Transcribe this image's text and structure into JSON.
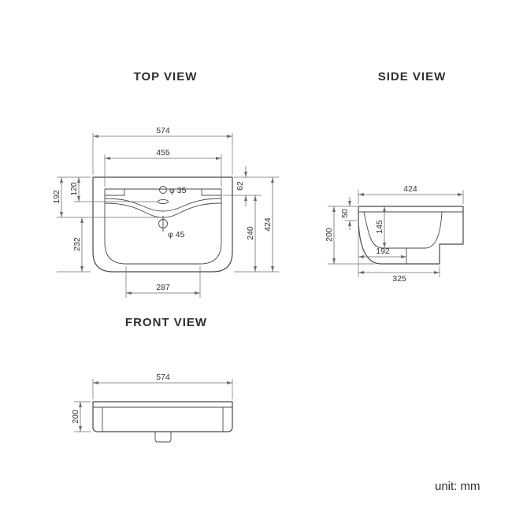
{
  "page": {
    "unit_label": "unit: mm",
    "background": "#ffffff"
  },
  "colors": {
    "outline": "#474747",
    "dimension": "#6b6b6b",
    "text": "#333333"
  },
  "views": {
    "top": {
      "title": "TOP VIEW",
      "dims": {
        "overall_width": "574",
        "inner_width": "455",
        "deck_depth": "62",
        "front_upper": "120",
        "front_total": "192",
        "front_lower": "232",
        "bowl_depth": "240",
        "overall_depth": "424",
        "bottom_width": "287"
      },
      "holes": {
        "faucet": "φ 35",
        "drain": "φ 45"
      }
    },
    "side": {
      "title": "SIDE VIEW",
      "dims": {
        "overall_depth": "424",
        "overall_height": "200",
        "apron_height": "50",
        "bowl_inner_depth": "145",
        "drain_offset": "192",
        "body_depth": "325"
      }
    },
    "front": {
      "title": "FRONT VIEW",
      "dims": {
        "overall_width": "574",
        "overall_height": "200"
      }
    }
  }
}
